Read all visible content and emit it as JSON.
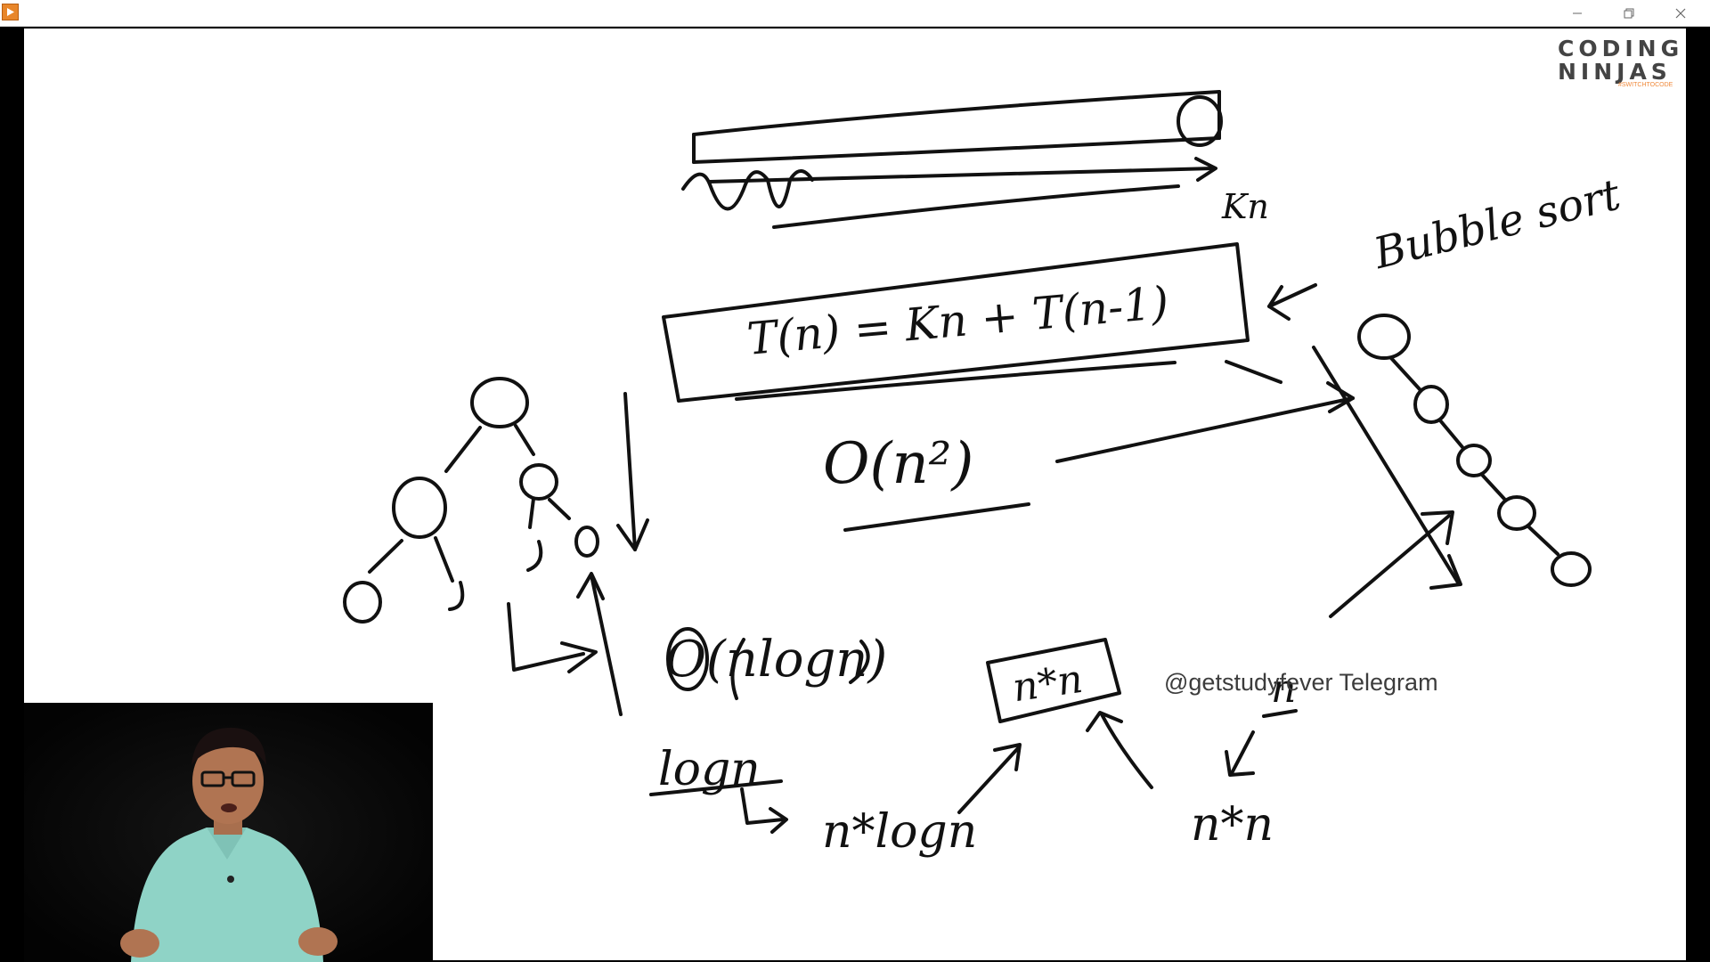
{
  "window": {
    "app_icon": "media-player-icon",
    "controls": {
      "minimize": "minimize-icon",
      "restore": "restore-icon",
      "close": "close-icon"
    }
  },
  "whiteboard": {
    "formula_box": "T(n) = Kn + T(n-1)",
    "annotation_kn": "Kn",
    "annotation_bubble_sort": "Bubble sort",
    "complexity_n_squared": "O(n²)",
    "complexity_nlogn": "O(nlogn)",
    "label_logn": "logn",
    "label_n_times_logn": "n*logn",
    "box_n_times_n": "n*n",
    "label_n": "n",
    "label_n_times_n": "n*n"
  },
  "watermark": {
    "text": "@getstudyfever Telegram"
  },
  "logo": {
    "line1": "CODING",
    "line2": "NINJAS",
    "tagline": "#SWITCHTOCODE"
  },
  "colors": {
    "ink": "#111111",
    "board": "#ffffff",
    "frame": "#000000",
    "accent": "#f08a3c"
  }
}
